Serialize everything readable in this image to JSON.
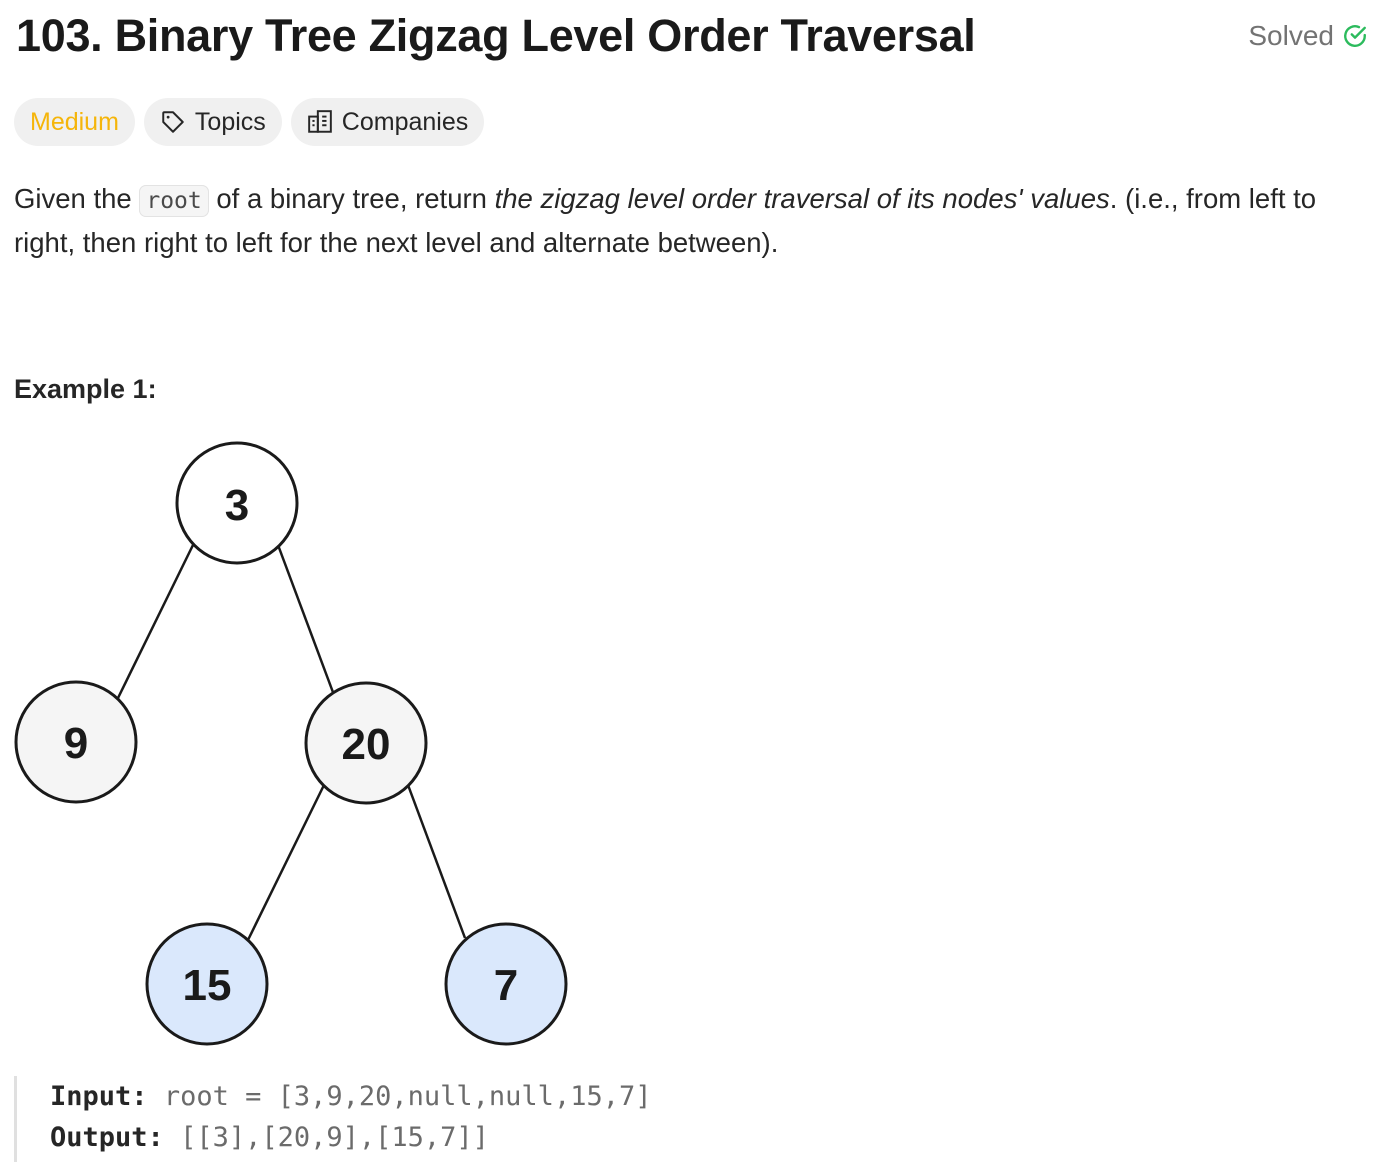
{
  "problem": {
    "title": "103. Binary Tree Zigzag Level Order Traversal",
    "status": "Solved",
    "colors": {
      "solved_check": "#2cbb5d",
      "difficulty": "#f5b50a",
      "leaf_fill": "#dae8fc",
      "node_fill": "#f5f5f5"
    }
  },
  "tags": {
    "difficulty": "Medium",
    "topics": "Topics",
    "companies": "Companies",
    "topics_icon": "tag-icon",
    "companies_icon": "building-icon"
  },
  "description": {
    "part1": "Given the ",
    "code": "root",
    "part2": " of a binary tree, return ",
    "emphasis": "the zigzag level order traversal of its nodes' values",
    "part3": ". (i.e., from left to right, then right to left for the next level and alternate between)."
  },
  "example": {
    "title": "Example 1:",
    "tree": {
      "nodes": [
        "3",
        "9",
        "20",
        "15",
        "7"
      ]
    },
    "input_label": "Input:",
    "input_value": "root = [3,9,20,null,null,15,7]",
    "output_label": "Output:",
    "output_value": "[[3],[20,9],[15,7]]"
  }
}
